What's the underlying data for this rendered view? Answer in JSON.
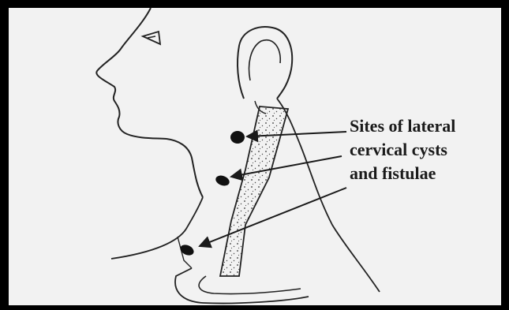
{
  "annotation": {
    "lines": [
      "Sites of lateral",
      "cervical cysts",
      "and fistulae"
    ]
  },
  "colors": {
    "frame": "#000000",
    "paper": "#f2f2f2",
    "ink": "#1a1a1a"
  },
  "icons": [
    "head-profile-drawing",
    "ear-drawing",
    "neck-band-stippled",
    "cyst-site-marker",
    "pointer-arrow"
  ]
}
